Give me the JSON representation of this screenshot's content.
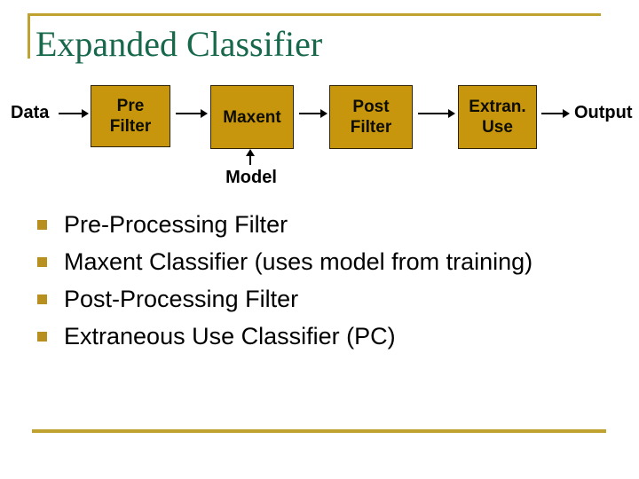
{
  "title": "Expanded Classifier",
  "colors": {
    "title_green": "#18694B",
    "frame_gold": "#BFA22F",
    "box_fill_gold": "#C8960C",
    "box_border": "#2e2300",
    "bullet_gold": "#B8901F",
    "text_black": "#000000"
  },
  "diagram": {
    "input_label": "Data",
    "output_label": "Output",
    "model_label": "Model",
    "boxes": [
      {
        "label": "Pre\nFilter"
      },
      {
        "label": "Maxent"
      },
      {
        "label": "Post\nFilter"
      },
      {
        "label": "Extran.\nUse"
      }
    ]
  },
  "bullets": {
    "items": [
      "Pre-Processing Filter",
      "Maxent Classifier (uses model from training)",
      "Post-Processing Filter",
      "Extraneous Use Classifier (PC)"
    ]
  }
}
